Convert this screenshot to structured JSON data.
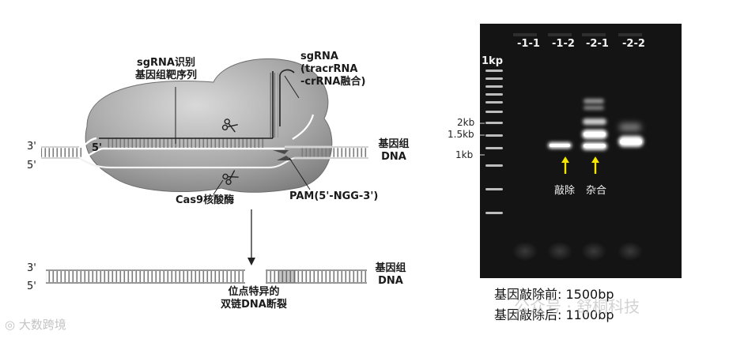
{
  "diagram": {
    "sgrna_target_label": [
      "sgRNA识别",
      "基因组靶序列"
    ],
    "sgrna_label": [
      "sgRNA",
      "(tracrRNA",
      "-crRNA融合)"
    ],
    "strand_3": "3'",
    "strand_5": "5'",
    "inner_5": "5'",
    "genomic_dna_label": [
      "基因组",
      "DNA"
    ],
    "cas9_label": "Cas9核酸酶",
    "pam_label": "PAM(5'-NGG-3')",
    "cleavage_label": [
      "位点特异的",
      "双链DNA断裂"
    ]
  },
  "gel": {
    "ladder_label": "1kp",
    "lanes": [
      "-1-1",
      "-1-2",
      "-2-1",
      "-2-2"
    ],
    "size_markers": [
      "2kb",
      "1.5kb",
      "1kb"
    ],
    "arrow_labels": [
      "敲除",
      "杂合"
    ],
    "arrow_color": "#f5e600"
  },
  "caption": {
    "before": "基因敲除前:  1500bp",
    "after": "基因敲除后:  1100bp"
  },
  "watermarks": {
    "left": "大数跨境",
    "right": "公众号 · 舒桐科技"
  }
}
